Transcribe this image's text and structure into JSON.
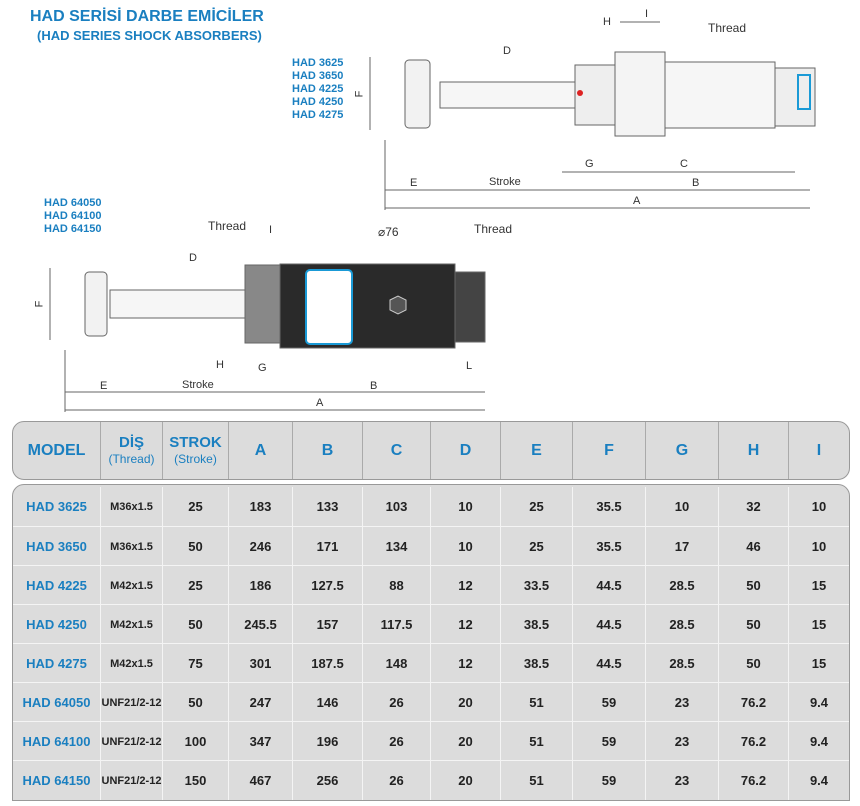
{
  "title": "HAD SERİSİ DARBE EMİCİLER",
  "subtitle": "(HAD SERIES SHOCK ABSORBERS)",
  "group1": [
    "HAD 3625",
    "HAD 3650",
    "HAD 4225",
    "HAD 4250",
    "HAD 4275"
  ],
  "group2": [
    "HAD 64050",
    "HAD 64100",
    "HAD 64150"
  ],
  "diagram1": {
    "H": "H",
    "I": "I",
    "thread": "Thread",
    "D": "D",
    "F": "F",
    "G": "G",
    "C": "C",
    "E": "E",
    "stroke": "Stroke",
    "B": "B",
    "A": "A"
  },
  "diagram2": {
    "thread_left": "Thread",
    "I": "I",
    "diameter": "⌀76",
    "thread_right": "Thread",
    "D": "D",
    "F": "F",
    "H": "H",
    "G": "G",
    "L": "L",
    "E": "E",
    "stroke": "Stroke",
    "B": "B",
    "A": "A"
  },
  "table": {
    "headers": [
      {
        "main": "MODEL"
      },
      {
        "main": "DİŞ",
        "sub": "(Thread)"
      },
      {
        "main": "STROK",
        "sub": "(Stroke)"
      },
      {
        "main": "A"
      },
      {
        "main": "B"
      },
      {
        "main": "C"
      },
      {
        "main": "D"
      },
      {
        "main": "E"
      },
      {
        "main": "F"
      },
      {
        "main": "G"
      },
      {
        "main": "H"
      },
      {
        "main": "I"
      }
    ],
    "rows": [
      [
        "HAD 3625",
        "M36x1.5",
        "25",
        "183",
        "133",
        "103",
        "10",
        "25",
        "35.5",
        "10",
        "32",
        "10"
      ],
      [
        "HAD 3650",
        "M36x1.5",
        "50",
        "246",
        "171",
        "134",
        "10",
        "25",
        "35.5",
        "17",
        "46",
        "10"
      ],
      [
        "HAD 4225",
        "M42x1.5",
        "25",
        "186",
        "127.5",
        "88",
        "12",
        "33.5",
        "44.5",
        "28.5",
        "50",
        "15"
      ],
      [
        "HAD 4250",
        "M42x1.5",
        "50",
        "245.5",
        "157",
        "117.5",
        "12",
        "38.5",
        "44.5",
        "28.5",
        "50",
        "15"
      ],
      [
        "HAD 4275",
        "M42x1.5",
        "75",
        "301",
        "187.5",
        "148",
        "12",
        "38.5",
        "44.5",
        "28.5",
        "50",
        "15"
      ],
      [
        "HAD 64050",
        "UNF21/2-12",
        "50",
        "247",
        "146",
        "26",
        "20",
        "51",
        "59",
        "23",
        "76.2",
        "9.4"
      ],
      [
        "HAD 64100",
        "UNF21/2-12",
        "100",
        "347",
        "196",
        "26",
        "20",
        "51",
        "59",
        "23",
        "76.2",
        "9.4"
      ],
      [
        "HAD 64150",
        "UNF21/2-12",
        "150",
        "467",
        "256",
        "26",
        "20",
        "51",
        "59",
        "23",
        "76.2",
        "9.4"
      ]
    ]
  }
}
